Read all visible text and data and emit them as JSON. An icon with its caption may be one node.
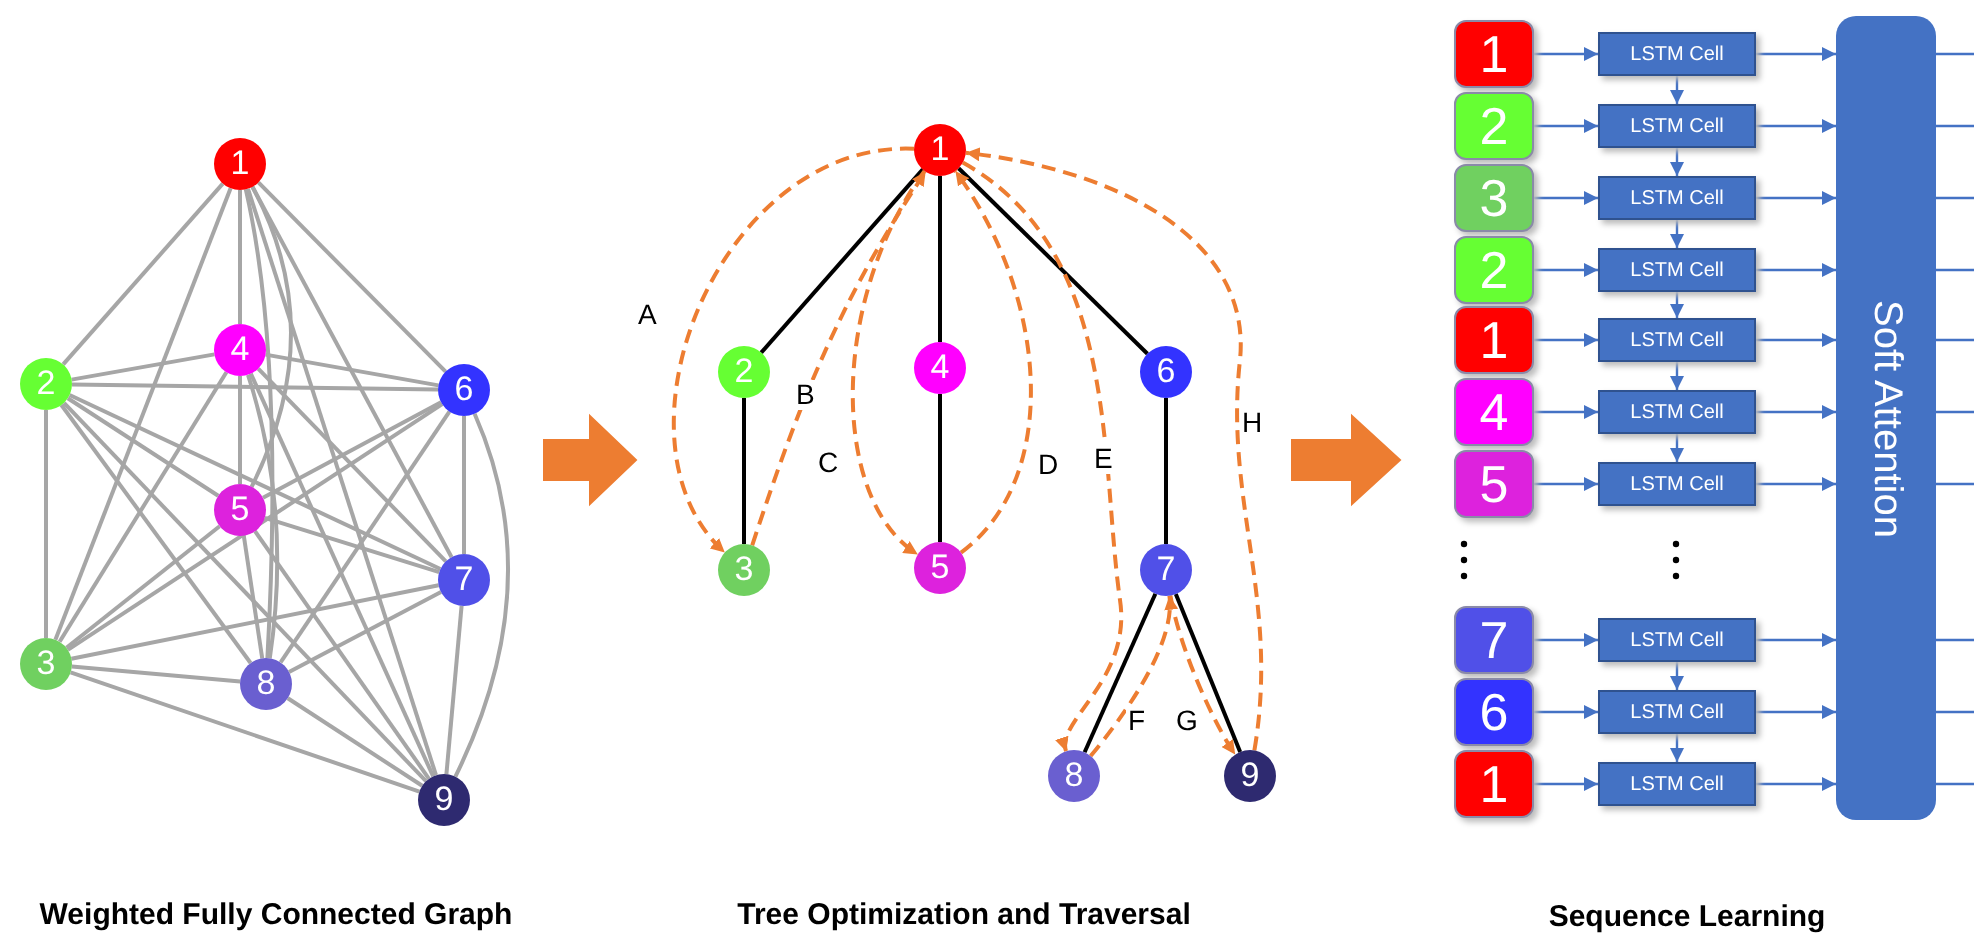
{
  "diagram": {
    "nodes": [
      {
        "text": [
          "Weighted Fully Connected Graph"
        ]
      },
      {
        "text": [
          "1"
        ],
        "in": 0
      },
      {
        "text": [
          "2"
        ],
        "in": 0
      },
      {
        "text": [
          "3"
        ],
        "in": 0
      },
      {
        "text": [
          "4"
        ],
        "in": 0
      },
      {
        "text": [
          "5"
        ],
        "in": 0
      },
      {
        "text": [
          "6"
        ],
        "in": 0
      },
      {
        "text": [
          "7"
        ],
        "in": 0
      },
      {
        "text": [
          "8"
        ],
        "in": 0
      },
      {
        "text": [
          "9"
        ],
        "in": 0
      },
      {
        "text": [
          "Tree Optimization and Traversal"
        ]
      },
      {
        "text": [
          "1"
        ],
        "in": 10
      },
      {
        "text": [
          "2"
        ],
        "in": 10
      },
      {
        "text": [
          "3"
        ],
        "in": 10
      },
      {
        "text": [
          "4"
        ],
        "in": 10
      },
      {
        "text": [
          "5"
        ],
        "in": 10
      },
      {
        "text": [
          "6"
        ],
        "in": 10
      },
      {
        "text": [
          "7"
        ],
        "in": 10
      },
      {
        "text": [
          "8"
        ],
        "in": 10
      },
      {
        "text": [
          "9"
        ],
        "in": 10
      },
      {
        "text": [
          "Sequence Learning"
        ]
      },
      {
        "text": [
          "1"
        ],
        "in": 20
      },
      {
        "text": [
          "2"
        ],
        "in": 20
      },
      {
        "text": [
          "3"
        ],
        "in": 20
      },
      {
        "text": [
          "2"
        ],
        "in": 20
      },
      {
        "text": [
          "1"
        ],
        "in": 20
      },
      {
        "text": [
          "4"
        ],
        "in": 20
      },
      {
        "text": [
          "5"
        ],
        "in": 20
      },
      {
        "text": [
          "7"
        ],
        "in": 20
      },
      {
        "text": [
          "6"
        ],
        "in": 20
      },
      {
        "text": [
          "1"
        ],
        "in": 20
      },
      {
        "text": [
          "LSTM Cell"
        ],
        "in": 20
      },
      {
        "text": [
          "LSTM Cell"
        ],
        "in": 20
      },
      {
        "text": [
          "LSTM Cell"
        ],
        "in": 20
      },
      {
        "text": [
          "LSTM Cell"
        ],
        "in": 20
      },
      {
        "text": [
          "LSTM Cell"
        ],
        "in": 20
      },
      {
        "text": [
          "LSTM Cell"
        ],
        "in": 20
      },
      {
        "text": [
          "LSTM Cell"
        ],
        "in": 20
      },
      {
        "text": [
          "LSTM Cell"
        ],
        "in": 20
      },
      {
        "text": [
          "LSTM Cell"
        ],
        "in": 20
      },
      {
        "text": [
          "LSTM Cell"
        ],
        "in": 20
      },
      {
        "text": [
          "Soft Attention"
        ],
        "in": 20
      }
    ],
    "edges": [
      {
        "from": 0,
        "to": 10,
        "arrow": "to",
        "style": "thick",
        "color": "#ed7d31"
      },
      {
        "from": 10,
        "to": 20,
        "arrow": "to",
        "style": "thick",
        "color": "#ed7d31"
      },
      {
        "from": 1,
        "to": 2,
        "arrow": "none",
        "color": "#a6a6a6"
      },
      {
        "from": 1,
        "to": 3,
        "arrow": "none",
        "color": "#a6a6a6"
      },
      {
        "from": 1,
        "to": 4,
        "arrow": "none",
        "color": "#a6a6a6"
      },
      {
        "from": 1,
        "to": 5,
        "arrow": "none",
        "color": "#a6a6a6"
      },
      {
        "from": 1,
        "to": 6,
        "arrow": "none",
        "color": "#a6a6a6"
      },
      {
        "from": 1,
        "to": 7,
        "arrow": "none",
        "color": "#a6a6a6"
      },
      {
        "from": 1,
        "to": 8,
        "arrow": "none",
        "color": "#a6a6a6"
      },
      {
        "from": 1,
        "to": 9,
        "arrow": "none",
        "color": "#a6a6a6"
      },
      {
        "from": 2,
        "to": 3,
        "arrow": "none",
        "color": "#a6a6a6"
      },
      {
        "from": 2,
        "to": 4,
        "arrow": "none",
        "color": "#a6a6a6"
      },
      {
        "from": 2,
        "to": 5,
        "arrow": "none",
        "color": "#a6a6a6"
      },
      {
        "from": 2,
        "to": 6,
        "arrow": "none",
        "color": "#a6a6a6"
      },
      {
        "from": 2,
        "to": 7,
        "arrow": "none",
        "color": "#a6a6a6"
      },
      {
        "from": 2,
        "to": 8,
        "arrow": "none",
        "color": "#a6a6a6"
      },
      {
        "from": 2,
        "to": 9,
        "arrow": "none",
        "color": "#a6a6a6"
      },
      {
        "from": 3,
        "to": 4,
        "arrow": "none",
        "color": "#a6a6a6"
      },
      {
        "from": 3,
        "to": 5,
        "arrow": "none",
        "color": "#a6a6a6"
      },
      {
        "from": 3,
        "to": 6,
        "arrow": "none",
        "color": "#a6a6a6"
      },
      {
        "from": 3,
        "to": 7,
        "arrow": "none",
        "color": "#a6a6a6"
      },
      {
        "from": 3,
        "to": 8,
        "arrow": "none",
        "color": "#a6a6a6"
      },
      {
        "from": 3,
        "to": 9,
        "arrow": "none",
        "color": "#a6a6a6"
      },
      {
        "from": 4,
        "to": 5,
        "arrow": "none",
        "color": "#a6a6a6"
      },
      {
        "from": 4,
        "to": 6,
        "arrow": "none",
        "color": "#a6a6a6"
      },
      {
        "from": 4,
        "to": 7,
        "arrow": "none",
        "color": "#a6a6a6"
      },
      {
        "from": 4,
        "to": 8,
        "arrow": "none",
        "color": "#a6a6a6"
      },
      {
        "from": 4,
        "to": 9,
        "arrow": "none",
        "color": "#a6a6a6"
      },
      {
        "from": 5,
        "to": 6,
        "arrow": "none",
        "color": "#a6a6a6"
      },
      {
        "from": 5,
        "to": 7,
        "arrow": "none",
        "color": "#a6a6a6"
      },
      {
        "from": 5,
        "to": 8,
        "arrow": "none",
        "color": "#a6a6a6"
      },
      {
        "from": 5,
        "to": 9,
        "arrow": "none",
        "color": "#a6a6a6"
      },
      {
        "from": 6,
        "to": 7,
        "arrow": "none",
        "color": "#a6a6a6"
      },
      {
        "from": 6,
        "to": 8,
        "arrow": "none",
        "color": "#a6a6a6"
      },
      {
        "from": 6,
        "to": 9,
        "arrow": "none",
        "color": "#a6a6a6"
      },
      {
        "from": 7,
        "to": 8,
        "arrow": "none",
        "color": "#a6a6a6"
      },
      {
        "from": 7,
        "to": 9,
        "arrow": "none",
        "color": "#a6a6a6"
      },
      {
        "from": 8,
        "to": 9,
        "arrow": "none",
        "color": "#a6a6a6"
      },
      {
        "from": 11,
        "to": 12,
        "arrow": "none",
        "color": "#000000"
      },
      {
        "from": 11,
        "to": 14,
        "arrow": "none",
        "color": "#000000"
      },
      {
        "from": 11,
        "to": 16,
        "arrow": "none",
        "color": "#000000"
      },
      {
        "from": 12,
        "to": 13,
        "arrow": "none",
        "color": "#000000"
      },
      {
        "from": 14,
        "to": 15,
        "arrow": "none",
        "color": "#000000"
      },
      {
        "from": 16,
        "to": 17,
        "arrow": "none",
        "color": "#000000"
      },
      {
        "from": 17,
        "to": 18,
        "arrow": "none",
        "color": "#000000"
      },
      {
        "from": 17,
        "to": 19,
        "arrow": "none",
        "color": "#000000"
      },
      {
        "from": 11,
        "to": 13,
        "arrow": "to",
        "label": "A",
        "style": "dashed",
        "color": "#ed7d31"
      },
      {
        "from": 13,
        "to": 11,
        "arrow": "to",
        "label": "B",
        "style": "dashed",
        "color": "#ed7d31"
      },
      {
        "from": 11,
        "to": 15,
        "arrow": "to",
        "label": "C",
        "style": "dashed",
        "color": "#ed7d31"
      },
      {
        "from": 15,
        "to": 11,
        "arrow": "to",
        "label": "D",
        "style": "dashed",
        "color": "#ed7d31"
      },
      {
        "from": 11,
        "to": 18,
        "arrow": "to",
        "label": "E",
        "style": "dashed",
        "color": "#ed7d31"
      },
      {
        "from": 18,
        "to": 17,
        "arrow": "to",
        "label": "F",
        "style": "dashed",
        "color": "#ed7d31"
      },
      {
        "from": 17,
        "to": 19,
        "arrow": "to",
        "label": "G",
        "style": "dashed",
        "color": "#ed7d31"
      },
      {
        "from": 19,
        "to": 11,
        "arrow": "to",
        "label": "H",
        "style": "dashed",
        "color": "#ed7d31"
      },
      {
        "from": 21,
        "to": 31,
        "arrow": "to",
        "color": "#4472c4"
      },
      {
        "from": 22,
        "to": 32,
        "arrow": "to",
        "color": "#4472c4"
      },
      {
        "from": 23,
        "to": 33,
        "arrow": "to",
        "color": "#4472c4"
      },
      {
        "from": 24,
        "to": 34,
        "arrow": "to",
        "color": "#4472c4"
      },
      {
        "from": 25,
        "to": 35,
        "arrow": "to",
        "color": "#4472c4"
      },
      {
        "from": 26,
        "to": 36,
        "arrow": "to",
        "color": "#4472c4"
      },
      {
        "from": 27,
        "to": 37,
        "arrow": "to",
        "color": "#4472c4"
      },
      {
        "from": 28,
        "to": 38,
        "arrow": "to",
        "color": "#4472c4"
      },
      {
        "from": 29,
        "to": 39,
        "arrow": "to",
        "color": "#4472c4"
      },
      {
        "from": 30,
        "to": 40,
        "arrow": "to",
        "color": "#4472c4"
      },
      {
        "from": 31,
        "to": 32,
        "arrow": "to",
        "color": "#4472c4"
      },
      {
        "from": 32,
        "to": 33,
        "arrow": "to",
        "color": "#4472c4"
      },
      {
        "from": 33,
        "to": 34,
        "arrow": "to",
        "color": "#4472c4"
      },
      {
        "from": 34,
        "to": 35,
        "arrow": "to",
        "color": "#4472c4"
      },
      {
        "from": 35,
        "to": 36,
        "arrow": "to",
        "color": "#4472c4"
      },
      {
        "from": 36,
        "to": 37,
        "arrow": "to",
        "color": "#4472c4"
      },
      {
        "from": 38,
        "to": 39,
        "arrow": "to",
        "color": "#4472c4"
      },
      {
        "from": 39,
        "to": 40,
        "arrow": "to",
        "color": "#4472c4"
      },
      {
        "from": 31,
        "to": 41,
        "arrow": "to",
        "color": "#4472c4"
      },
      {
        "from": 32,
        "to": 41,
        "arrow": "to",
        "color": "#4472c4"
      },
      {
        "from": 33,
        "to": 41,
        "arrow": "to",
        "color": "#4472c4"
      },
      {
        "from": 34,
        "to": 41,
        "arrow": "to",
        "color": "#4472c4"
      },
      {
        "from": 35,
        "to": 41,
        "arrow": "to",
        "color": "#4472c4"
      },
      {
        "from": 36,
        "to": 41,
        "arrow": "to",
        "color": "#4472c4"
      },
      {
        "from": 37,
        "to": 41,
        "arrow": "to",
        "color": "#4472c4"
      },
      {
        "from": 38,
        "to": 41,
        "arrow": "to",
        "color": "#4472c4"
      },
      {
        "from": 39,
        "to": 41,
        "arrow": "to",
        "color": "#4472c4"
      },
      {
        "from": 40,
        "to": 41,
        "arrow": "to",
        "color": "#4472c4"
      },
      {
        "from": 41,
        "to": null,
        "arrow": "none",
        "color": "#4472c4"
      },
      {
        "from": 41,
        "to": null,
        "arrow": "none",
        "color": "#4472c4"
      },
      {
        "from": 41,
        "to": null,
        "arrow": "none",
        "color": "#4472c4"
      },
      {
        "from": 41,
        "to": null,
        "arrow": "none",
        "color": "#4472c4"
      },
      {
        "from": 41,
        "to": null,
        "arrow": "none",
        "color": "#4472c4"
      },
      {
        "from": 41,
        "to": null,
        "arrow": "none",
        "color": "#4472c4"
      },
      {
        "from": 41,
        "to": null,
        "arrow": "none",
        "color": "#4472c4"
      },
      {
        "from": 41,
        "to": null,
        "arrow": "none",
        "color": "#4472c4"
      },
      {
        "from": 41,
        "to": null,
        "arrow": "none",
        "color": "#4472c4"
      },
      {
        "from": 41,
        "to": null,
        "arrow": "none",
        "color": "#4472c4"
      }
    ]
  }
}
